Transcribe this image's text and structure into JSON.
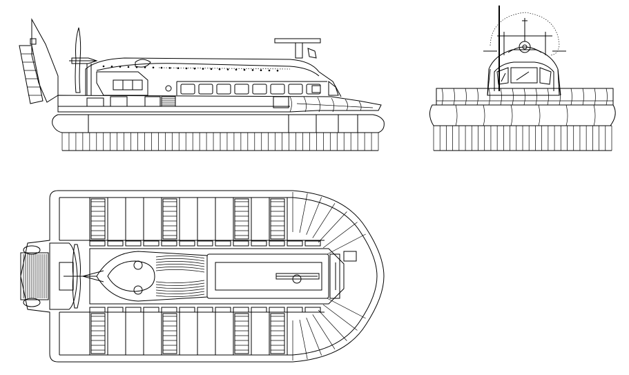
{
  "drawing": {
    "colors": {
      "background": "#ffffff",
      "line": "#000000"
    },
    "views": [
      {
        "id": "side-elevation"
      },
      {
        "id": "front-elevation"
      },
      {
        "id": "plan-view"
      }
    ],
    "counts": {
      "side_skirt_fingers": 46,
      "front_skirt_fingers": 28,
      "side_windows": 8
    }
  }
}
